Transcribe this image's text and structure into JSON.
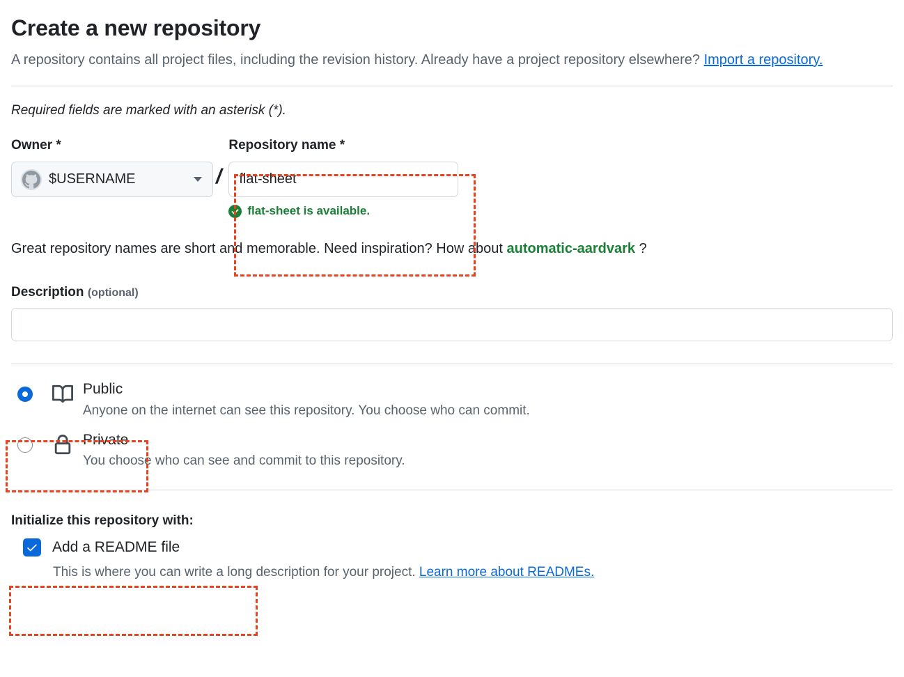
{
  "page": {
    "title": "Create a new repository",
    "intro_before_link": "A repository contains all project files, including the revision history. Already have a project repository elsewhere? ",
    "import_link_label": "Import a repository.",
    "required_note": "Required fields are marked with an asterisk (*)."
  },
  "owner": {
    "label": "Owner *",
    "value": "$USERNAME",
    "avatar_icon": "github-octocat-avatar",
    "caret_icon": "chevron-down-icon"
  },
  "separator": "/",
  "repository_name": {
    "label": "Repository name *",
    "value": "flat-sheet",
    "placeholder": "",
    "availability_message": "flat-sheet is available.",
    "availability_icon": "check-circle-icon",
    "availability_color": "#1a7f37"
  },
  "suggestion": {
    "before": "Great repository names are short and memorable. Need inspiration? How about ",
    "name": "automatic-aardvark",
    "after": " ?"
  },
  "description": {
    "label": "Description",
    "optional_label": "(optional)",
    "value": "",
    "placeholder": ""
  },
  "visibility": {
    "options": [
      {
        "name": "Public",
        "description": "Anyone on the internet can see this repository. You choose who can commit.",
        "icon": "repo-book-icon",
        "selected": true
      },
      {
        "name": "Private",
        "description": "You choose who can see and commit to this repository.",
        "icon": "lock-icon",
        "selected": false
      }
    ]
  },
  "initialize": {
    "title": "Initialize this repository with:",
    "readme_label": "Add a README file",
    "readme_checked": true,
    "readme_description_before": "This is where you can write a long description for your project. ",
    "readme_link_label": "Learn more about READMEs."
  },
  "annotations": {
    "color": "#e8431f",
    "boxes": [
      "repository-name-field",
      "public-visibility-option",
      "initialize-readme-option"
    ]
  },
  "colors": {
    "link": "#0969da",
    "accent": "#0969da",
    "success": "#1a7f37",
    "muted_text": "#59636e",
    "border": "#d1d9e0"
  }
}
